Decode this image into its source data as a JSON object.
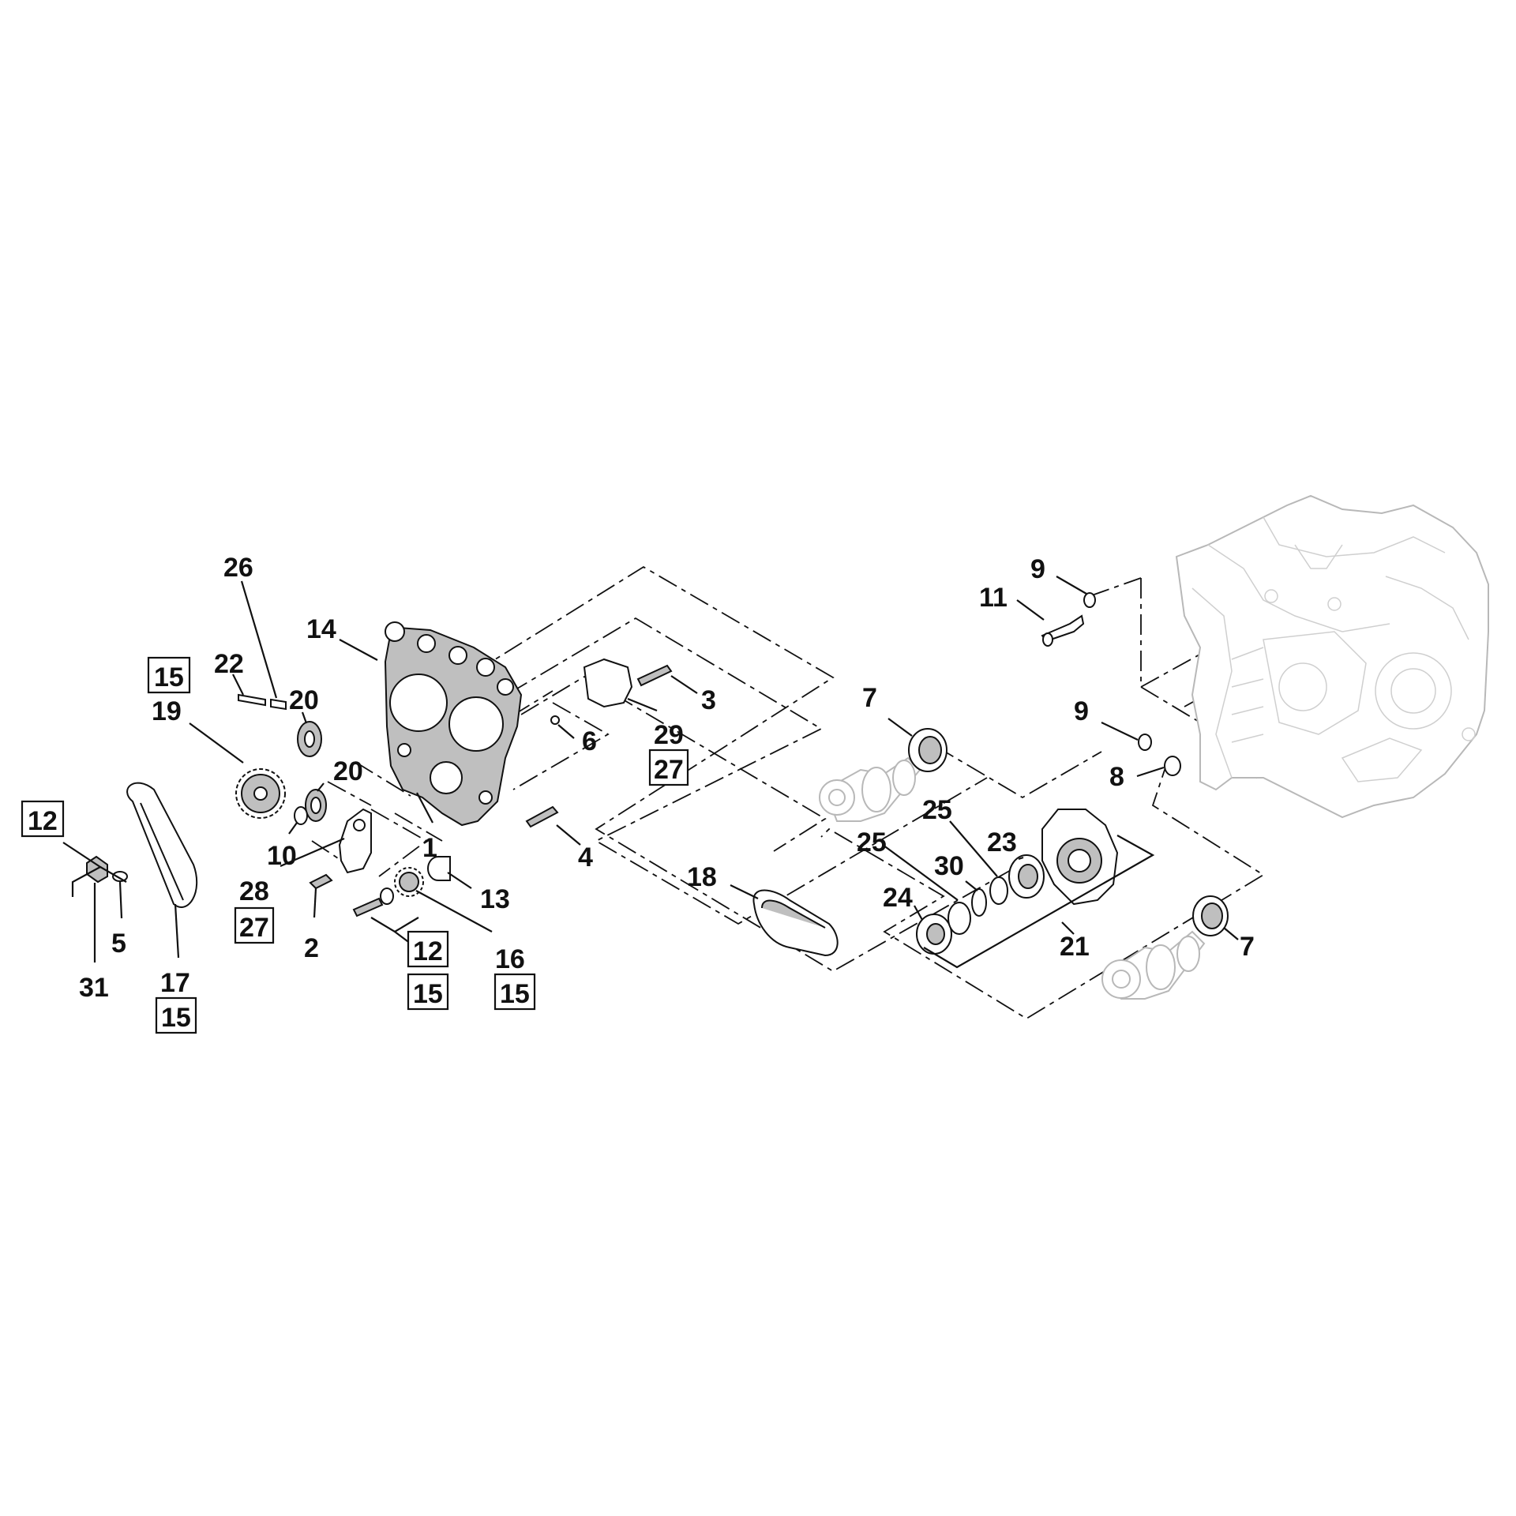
{
  "diagram": {
    "callouts": [
      {
        "id": "c26",
        "text": "26"
      },
      {
        "id": "c14",
        "text": "14"
      },
      {
        "id": "c22",
        "text": "22"
      },
      {
        "id": "c20a",
        "text": "20"
      },
      {
        "id": "c20b",
        "text": "20"
      },
      {
        "id": "c19",
        "text": "19"
      },
      {
        "id": "c10",
        "text": "10"
      },
      {
        "id": "c1",
        "text": "1"
      },
      {
        "id": "c28",
        "text": "28"
      },
      {
        "id": "c13",
        "text": "13"
      },
      {
        "id": "c2",
        "text": "2"
      },
      {
        "id": "c16",
        "text": "16"
      },
      {
        "id": "c5",
        "text": "5"
      },
      {
        "id": "c31",
        "text": "31"
      },
      {
        "id": "c17",
        "text": "17"
      },
      {
        "id": "c3",
        "text": "3"
      },
      {
        "id": "c29",
        "text": "29"
      },
      {
        "id": "c6",
        "text": "6"
      },
      {
        "id": "c4",
        "text": "4"
      },
      {
        "id": "c18",
        "text": "18"
      },
      {
        "id": "c7a",
        "text": "7"
      },
      {
        "id": "c7b",
        "text": "7"
      },
      {
        "id": "c25a",
        "text": "25"
      },
      {
        "id": "c25b",
        "text": "25"
      },
      {
        "id": "c30",
        "text": "30"
      },
      {
        "id": "c23",
        "text": "23"
      },
      {
        "id": "c24",
        "text": "24"
      },
      {
        "id": "c21",
        "text": "21"
      },
      {
        "id": "c9a",
        "text": "9"
      },
      {
        "id": "c9b",
        "text": "9"
      },
      {
        "id": "c11",
        "text": "11"
      },
      {
        "id": "c8",
        "text": "8"
      }
    ],
    "boxed_callouts": [
      {
        "id": "b15a",
        "text": "15"
      },
      {
        "id": "b12a",
        "text": "12"
      },
      {
        "id": "b27a",
        "text": "27"
      },
      {
        "id": "b12b",
        "text": "12"
      },
      {
        "id": "b15b",
        "text": "15"
      },
      {
        "id": "b15c",
        "text": "15"
      },
      {
        "id": "b15d",
        "text": "15"
      },
      {
        "id": "b27b",
        "text": "27"
      }
    ]
  }
}
